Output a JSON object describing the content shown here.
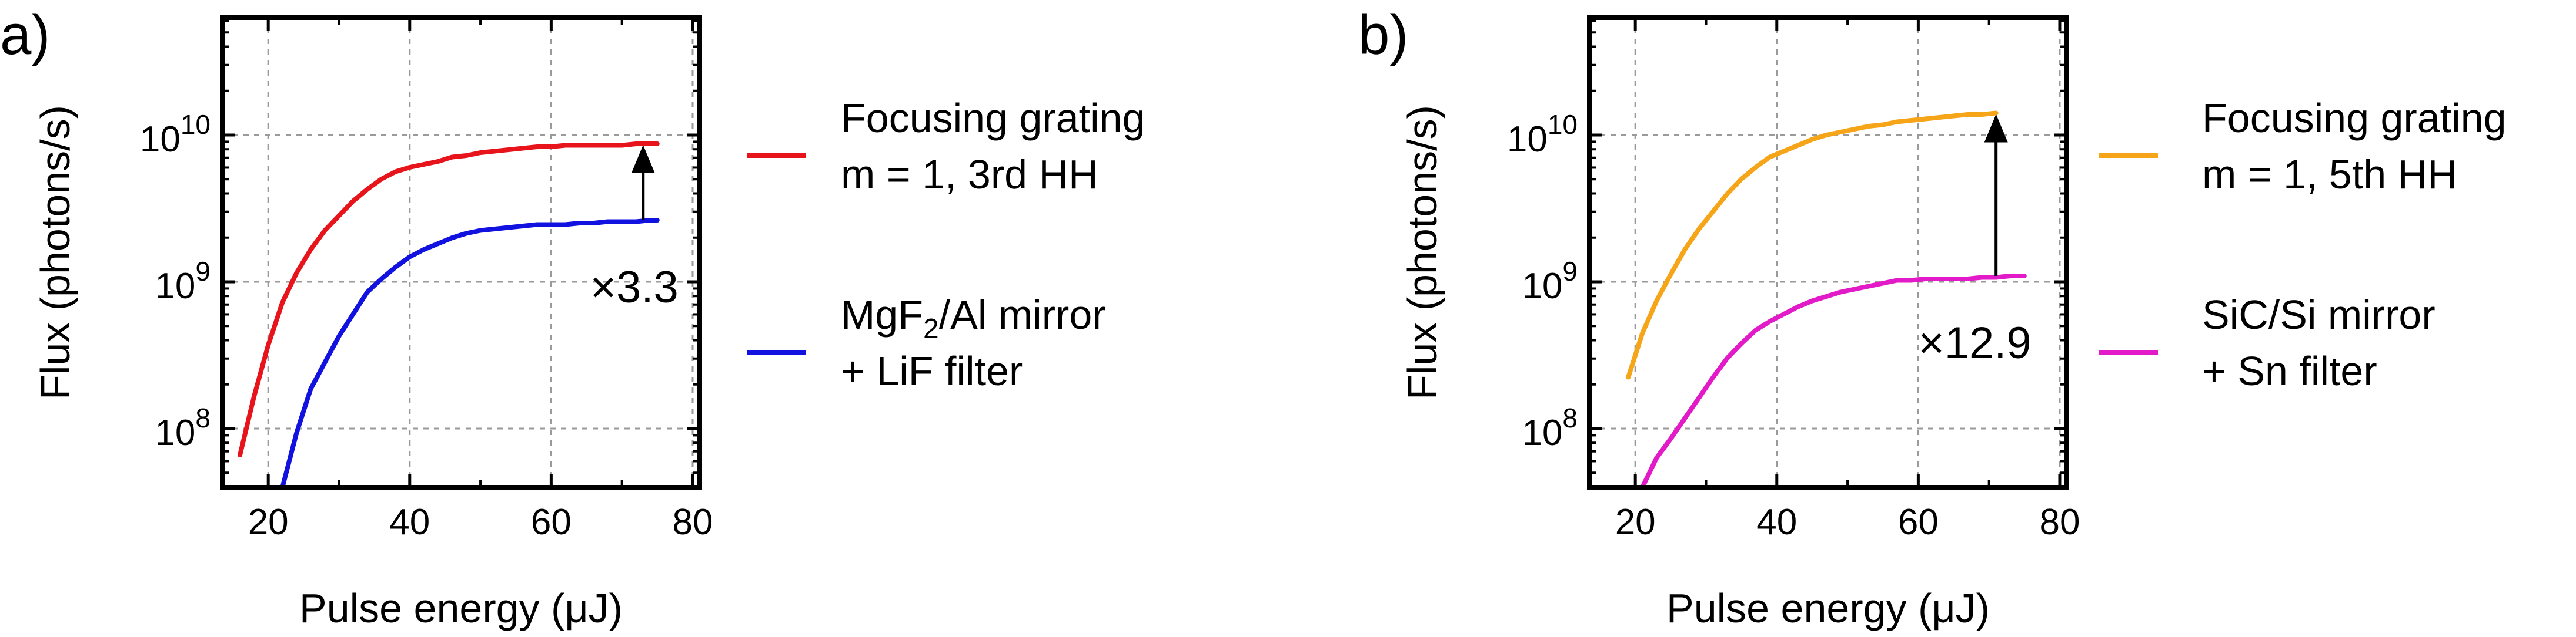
{
  "chart_data": [
    {
      "type": "line",
      "panel_label": "a)",
      "xlabel": "Pulse energy (μJ)",
      "ylabel": "Flux (photons/s)",
      "xlim": [
        13.5,
        81
      ],
      "ylim_log10": [
        7.6,
        10.8
      ],
      "y_scale": "log",
      "xticks": [
        20,
        40,
        60,
        80
      ],
      "yticks_exp": [
        8,
        9,
        10
      ],
      "ytick_base": "10",
      "grid": true,
      "legend": "right",
      "series": [
        {
          "name_lines": [
            "Focusing grating",
            "m = 1, 3rd HH"
          ],
          "color": "#e8141c",
          "x": [
            16,
            18,
            20,
            22,
            24,
            26,
            28,
            30,
            32,
            34,
            36,
            38,
            40,
            42,
            44,
            46,
            48,
            50,
            52,
            54,
            56,
            58,
            60,
            62,
            64,
            66,
            68,
            70,
            72,
            74,
            75
          ],
          "log10_y": [
            7.82,
            8.22,
            8.57,
            8.86,
            9.06,
            9.22,
            9.35,
            9.45,
            9.55,
            9.63,
            9.7,
            9.75,
            9.78,
            9.8,
            9.82,
            9.85,
            9.86,
            9.88,
            9.89,
            9.9,
            9.91,
            9.92,
            9.92,
            9.93,
            9.93,
            9.93,
            9.93,
            9.93,
            9.94,
            9.94,
            9.94
          ]
        },
        {
          "name_lines": [
            "MgF2/Al mirror",
            "+ LiF filter"
          ],
          "name_sub": {
            "base": "MgF",
            "sub": "2",
            "rest": "/Al mirror"
          },
          "color": "#1212e0",
          "x": [
            22,
            24,
            26,
            28,
            30,
            32,
            34,
            36,
            38,
            40,
            42,
            44,
            46,
            48,
            50,
            52,
            54,
            56,
            58,
            60,
            62,
            64,
            66,
            68,
            70,
            72,
            74,
            75
          ],
          "log10_y": [
            7.6,
            7.97,
            8.27,
            8.45,
            8.63,
            8.78,
            8.93,
            9.02,
            9.1,
            9.17,
            9.22,
            9.26,
            9.3,
            9.33,
            9.35,
            9.36,
            9.37,
            9.38,
            9.39,
            9.39,
            9.39,
            9.4,
            9.4,
            9.41,
            9.41,
            9.41,
            9.42,
            9.42
          ]
        }
      ],
      "annotation": {
        "text": "×3.3",
        "x": 73,
        "from_log10": 9.42,
        "to_log10": 9.94
      }
    },
    {
      "type": "line",
      "panel_label": "b)",
      "xlabel": "Pulse energy (μJ)",
      "ylabel": "Flux (photons/s)",
      "xlim": [
        13.5,
        81
      ],
      "ylim_log10": [
        7.6,
        10.8
      ],
      "y_scale": "log",
      "xticks": [
        20,
        40,
        60,
        80
      ],
      "yticks_exp": [
        8,
        9,
        10
      ],
      "ytick_base": "10",
      "grid": true,
      "legend": "right",
      "series": [
        {
          "name_lines": [
            "Focusing grating",
            "m = 1, 5th HH"
          ],
          "color": "#f6a418",
          "x": [
            19,
            21,
            23,
            25,
            27,
            29,
            31,
            33,
            35,
            37,
            39,
            41,
            43,
            45,
            47,
            49,
            51,
            53,
            55,
            57,
            59,
            61,
            63,
            65,
            67,
            69,
            71
          ],
          "log10_y": [
            8.35,
            8.65,
            8.87,
            9.05,
            9.22,
            9.36,
            9.48,
            9.6,
            9.7,
            9.78,
            9.85,
            9.89,
            9.93,
            9.97,
            10.0,
            10.02,
            10.04,
            10.06,
            10.07,
            10.09,
            10.1,
            10.11,
            10.12,
            10.13,
            10.14,
            10.14,
            10.15
          ]
        },
        {
          "name_lines": [
            "SiC/Si mirror",
            "+ Sn filter"
          ],
          "color": "#e21ac8",
          "x": [
            21,
            23,
            25,
            27,
            29,
            31,
            33,
            35,
            37,
            39,
            41,
            43,
            45,
            47,
            49,
            51,
            53,
            55,
            57,
            59,
            61,
            63,
            65,
            67,
            69,
            71,
            73,
            75
          ],
          "log10_y": [
            7.6,
            7.8,
            7.93,
            8.07,
            8.21,
            8.35,
            8.48,
            8.58,
            8.67,
            8.73,
            8.78,
            8.83,
            8.87,
            8.9,
            8.93,
            8.95,
            8.97,
            8.99,
            9.01,
            9.01,
            9.02,
            9.02,
            9.02,
            9.02,
            9.03,
            9.03,
            9.04,
            9.04
          ]
        }
      ],
      "annotation": {
        "text": "×12.9",
        "x": 71,
        "from_log10": 9.04,
        "to_log10": 10.15
      }
    }
  ]
}
